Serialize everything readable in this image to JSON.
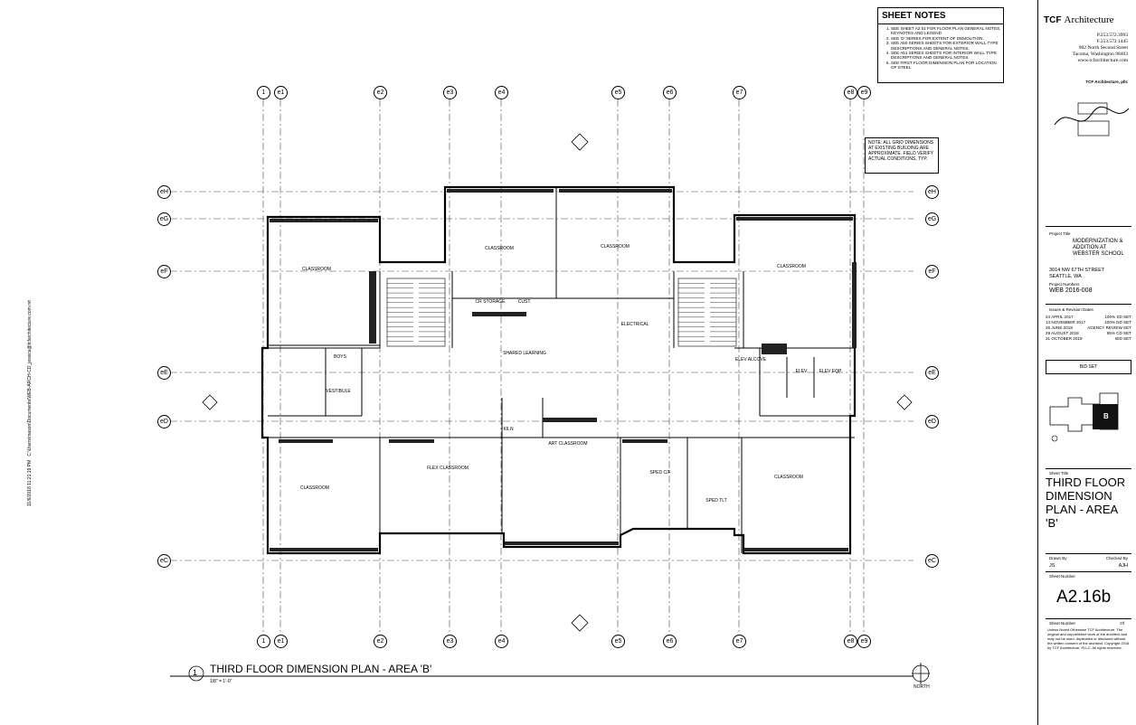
{
  "sheet_notes": {
    "title": "SHEET NOTES",
    "items": [
      "SEE SHEET A2.01 FOR FLOOR PLAN GENERAL NOTES, KEYNOTES AND LEGEND",
      "SEE 'D' SERIES FOR EXTENT OF DEMOLITION.",
      "SEE A50 SERIES SHEETS FOR EXTERIOR WALL TYPE DESCRIPTIONS AND GENERAL NOTES.",
      "SEE A51 SERIES SHEETS FOR INTERIOR WALL TYPE DESCRIPTIONS AND GENERAL NOTES.",
      "SEE FIRST FLOOR DIMENSION PLAN FOR LOCATION OF STEEL"
    ]
  },
  "grid_note": "NOTE: ALL GRID DIMENSIONS AT EXISTING BUILDING ARE APPROXIMATE. FIELD VERIFY ACTUAL CONDITIONS, TYP.",
  "grid_columns": [
    "1",
    "e1",
    "e2",
    "e3",
    "e4",
    "e5",
    "e6",
    "e7",
    "e8",
    "e9"
  ],
  "grid_rows": [
    "eH",
    "eG",
    "eF",
    "eE",
    "eD",
    "eC"
  ],
  "rooms": {
    "classroom_nw": "CLASSROOM",
    "classroom_n1": "CLASSROOM",
    "classroom_n2": "CLASSROOM",
    "classroom_ne": "CLASSROOM",
    "classroom_sw": "CLASSROOM",
    "flex": "FLEX CLASSROOM",
    "art": "ART CLASSROOM",
    "sped": "SPED C/F",
    "classroom_se": "CLASSROOM",
    "storage": "CR STORAGE",
    "shared": "SHARED LEARNING",
    "electrical": "ELECTRICAL",
    "elev": "ELEV",
    "elev_eqp": "ELEV EQP",
    "vestibule": "VESTIBULE",
    "boys": "BOYS",
    "elev_alcove": "ELEV ALCOVE",
    "kiln": "KILN",
    "sped_tlt": "SPED TLT",
    "custodial": "CUST."
  },
  "plan": {
    "number": "1",
    "title": "THIRD FLOOR DIMENSION PLAN - AREA 'B'",
    "scale": "1/8\" = 1'-0\"",
    "north": "NORTH"
  },
  "side_path": "C:\\Users\\mason\\Documents\\WEB-ARCH-CD_jessica@tcfarchitecture.com.rvt",
  "side_date": "11/6/2018 11:21:19 PM",
  "title_block": {
    "firm_prefix": "TCF",
    "firm_name": "Architecture",
    "phone": "P.253.572.3993",
    "fax": "F.253.572.1445",
    "address1": "902 North Second Street",
    "address2": "Tacoma, Washington 98403",
    "web": "www.tcfarchitecture.com",
    "firm_footer": "TCF Architecture, pllc",
    "project_title_label": "Project Title",
    "project_title": "MODERNIZATION & ADDITION AT WEBSTER SCHOOL",
    "project_address": "3014 NW 67TH STREET",
    "project_city": "SEATTLE, WA",
    "project_numbers_label": "Project Numbers",
    "project_number": "WEB 2016-008",
    "issues_label": "Issues & Revision Dates",
    "issues": [
      {
        "date": "24 APRIL 2017",
        "label": "100% SD SET"
      },
      {
        "date": "14 NOVEMBER 2017",
        "label": "100% DD SET"
      },
      {
        "date": "26 JUNE 2018",
        "label": "AGENCY REVIEW SET"
      },
      {
        "date": "29 AUGUST 2018",
        "label": "95% CD SET"
      },
      {
        "date": "31 OCTOBER 2018",
        "label": "BID SET"
      }
    ],
    "bid_set": "BID SET",
    "key_letter": "B",
    "sheet_title_label": "Sheet Title",
    "sheet_title": "THIRD FLOOR DIMENSION PLAN - AREA 'B'",
    "drawn_by_label": "Drawn By",
    "drawn_by": "JS",
    "checked_by_label": "Checked By",
    "checked_by": "AJH",
    "sheet_number_label": "Sheet Number",
    "sheet_number": "A2.16b",
    "sheet_of_label": "Sheet Number",
    "of_label": "Of",
    "copyright": "Unless Noted Otherwise TCF Architecture. The original and unpublished work of the architect and may not be used, duplicated or disclosed without the written consent of the architect. Copyright 2018 by TCF Architecture, PLLC. All rights reserved."
  }
}
